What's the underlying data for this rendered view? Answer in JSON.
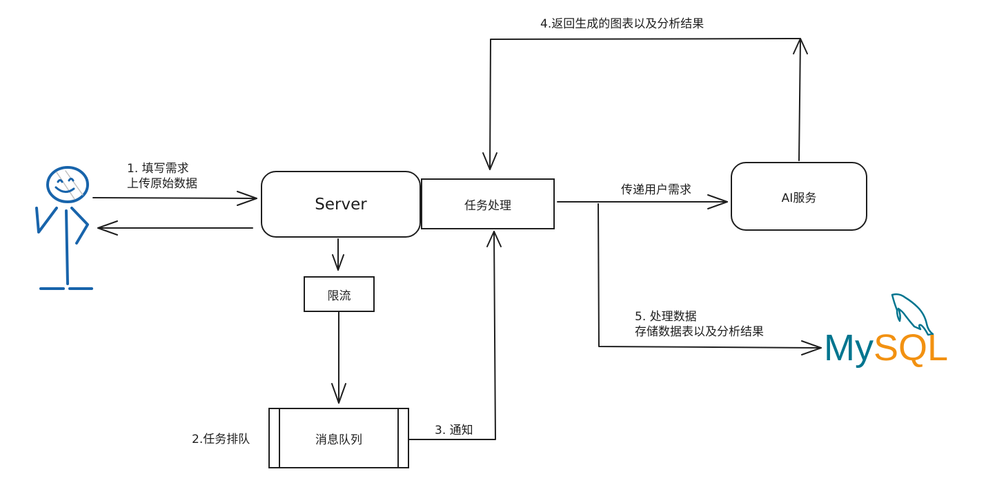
{
  "diagram": {
    "nodes": {
      "user": {
        "icon": "stick-figure-user",
        "color": "#1864ab"
      },
      "server": {
        "label": "Server"
      },
      "task_processing": {
        "label": "任务处理"
      },
      "rate_limit": {
        "label": "限流"
      },
      "message_queue": {
        "label": "消息队列"
      },
      "ai_service": {
        "label": "AI服务"
      },
      "mysql": {
        "label_my": "My",
        "label_sql": "SQL",
        "color_my": "#00758f",
        "color_sql": "#f29111"
      }
    },
    "edges": {
      "step1_line1": "1. 填写需求",
      "step1_line2": "上传原始数据",
      "step2": "2.任务排队",
      "step3": "3. 通知",
      "step4": "4.返回生成的图表以及分析结果",
      "pass_request": "传递用户需求",
      "step5_line1": "5. 处理数据",
      "step5_line2": "存储数据表以及分析结果"
    }
  }
}
